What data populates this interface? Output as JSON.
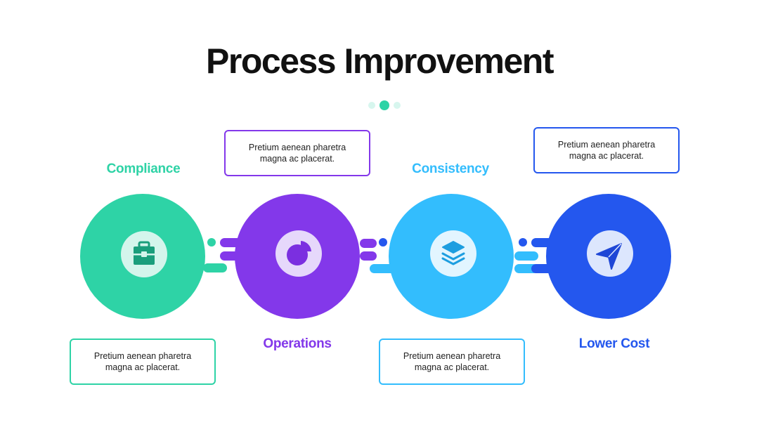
{
  "title": "Process Improvement",
  "steps": [
    {
      "label": "Compliance",
      "desc": "Pretium aenean pharetra magna ac placerat.",
      "icon": "briefcase-icon",
      "color": "#2ED3A6"
    },
    {
      "label": "Operations",
      "desc": "Pretium aenean pharetra magna ac placerat.",
      "icon": "pie-chart-icon",
      "color": "#8338EA"
    },
    {
      "label": "Consistency",
      "desc": "Pretium aenean pharetra magna ac placerat.",
      "icon": "layers-icon",
      "color": "#33BDFD"
    },
    {
      "label": "Lower Cost",
      "desc": "Pretium aenean pharetra magna ac placerat.",
      "icon": "paper-plane-icon",
      "color": "#2457EE"
    }
  ]
}
